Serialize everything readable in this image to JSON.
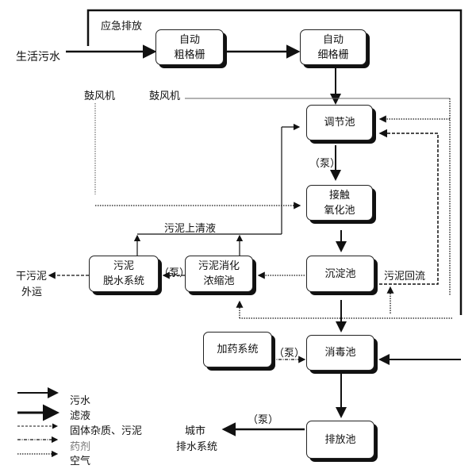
{
  "input": "生活污水",
  "emergency": "应急排放",
  "blower1": "鼓风机",
  "blower2": "鼓风机",
  "boxes": {
    "coarse": [
      "自动",
      "粗格栅"
    ],
    "fine": [
      "自动",
      "细格栅"
    ],
    "equalization": [
      "调节池"
    ],
    "contact": [
      "接触",
      "氧化池"
    ],
    "dewater": [
      "污泥",
      "脱水系统"
    ],
    "digest": [
      "污泥消化",
      "浓缩池"
    ],
    "settle": [
      "沉淀池"
    ],
    "dosing": [
      "加药系统"
    ],
    "disinfect": [
      "消毒池"
    ],
    "discharge": [
      "排放池"
    ]
  },
  "labels": {
    "pump1": "（泵）",
    "pump2": "（泵）",
    "pump3": "（泵）",
    "pump4": "（泵）",
    "supernatant": "污泥上清液",
    "sludge_return": "污泥回流",
    "dry_sludge": "干污泥",
    "outbound": "外运",
    "city": "城市",
    "drain": "排水系统"
  },
  "legend": [
    "污水",
    "滤液",
    "固体杂质、污泥",
    "药剂",
    "空气"
  ]
}
